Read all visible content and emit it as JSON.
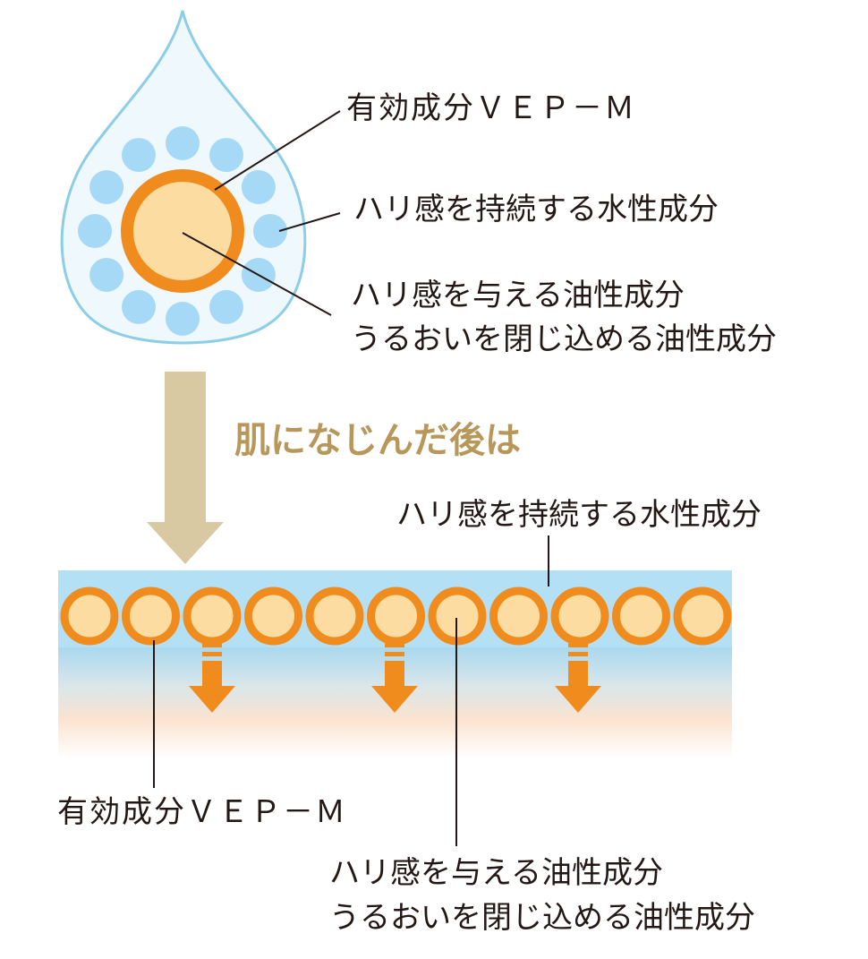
{
  "top": {
    "label_vepm": "有効成分ＶＥＰ－Ｍ",
    "label_water": "ハリ感を持続する水性成分",
    "label_oil_line1": "ハリ感を与える油性成分",
    "label_oil_line2": "うるおいを閉じ込める油性成分"
  },
  "heading": "肌になじんだ後は",
  "bottom": {
    "label_water": "ハリ感を持続する水性成分",
    "label_vepm": "有効成分ＶＥＰ－Ｍ",
    "label_oil_line1": "ハリ感を与える油性成分",
    "label_oil_line2": "うるおいを閉じ込める油性成分"
  },
  "colors": {
    "orange": "#f08c1e",
    "cream": "#fcdca0",
    "water_blue": "#b3e0f5",
    "droplet_fill": "#eef8fd",
    "droplet_stroke": "#8ccde8",
    "bubble_blue": "#a6d9f5",
    "arrow_tan": "#d9c9a3",
    "heading_gold": "#b8975a",
    "line": "#231815"
  }
}
